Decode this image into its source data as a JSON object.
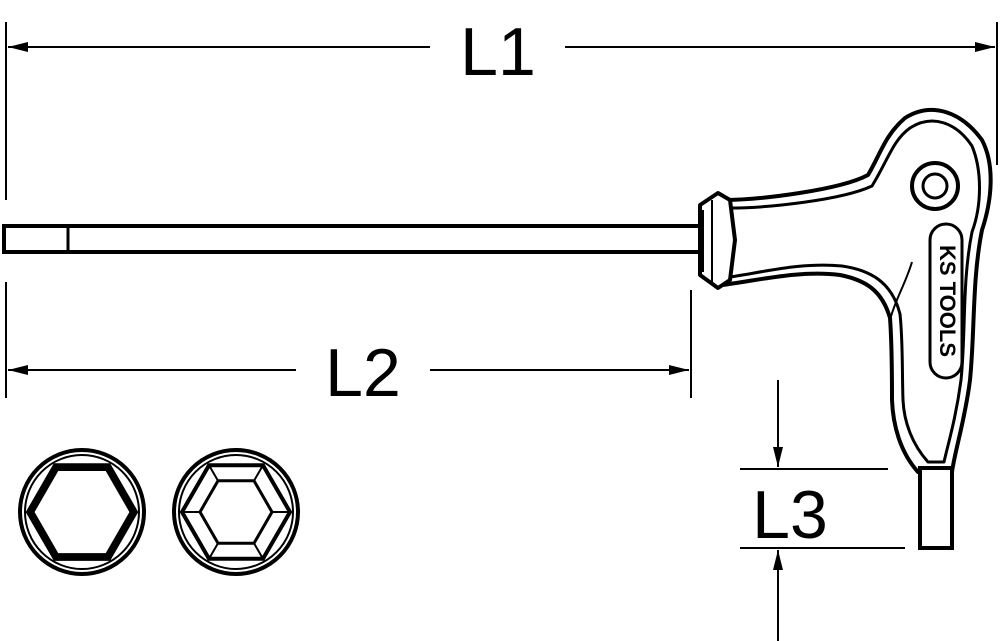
{
  "dimensions": {
    "l1": "L1",
    "l2": "L2",
    "l3": "L3"
  },
  "brand": {
    "logo_text": "KS TOOLS"
  },
  "colors": {
    "stroke": "#000000",
    "background": "#ffffff"
  },
  "icons": [
    "hex-profile-icon",
    "hex-ball-profile-icon"
  ]
}
